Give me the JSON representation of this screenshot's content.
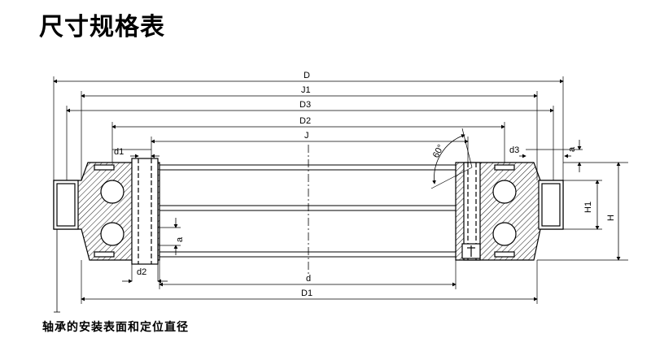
{
  "title": "尺寸规格表",
  "footnote": "轴承的安装表面和定位直径",
  "dimensions": {
    "D": "D",
    "J1": "J1",
    "D3": "D3",
    "D2": "D2",
    "J": "J",
    "d1": "d1",
    "d3": "d3",
    "a_top": "a",
    "a_bottom": "a",
    "H1": "H1",
    "H": "H",
    "d2": "d2",
    "d": "d",
    "D1": "D1",
    "angle": "60°"
  }
}
